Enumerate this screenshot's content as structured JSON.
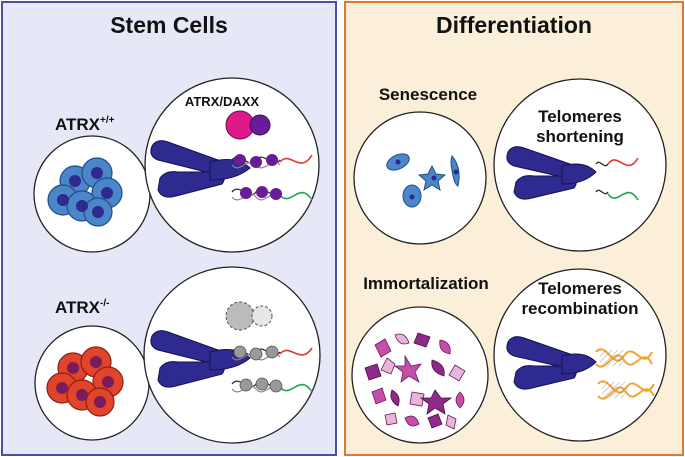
{
  "panels": {
    "stem": {
      "title": "Stem Cells",
      "atrx_wt": {
        "base": "ATRX",
        "sup": "+/+"
      },
      "atrx_ko": {
        "base": "ATRX",
        "sup": "-/-"
      },
      "complex_label": "ATRX/DAXX"
    },
    "diff": {
      "title": "Differentiation",
      "senescence": "Senescence",
      "telomeres_short": [
        "Telomeres",
        "shortening"
      ],
      "immortalization": "Immortalization",
      "telomeres_recomb": [
        "Telomeres",
        "recombination"
      ]
    }
  },
  "colors": {
    "stem_bg": "#e6e8f7",
    "stem_border": "#4a4fa8",
    "diff_bg": "#fbefd9",
    "diff_border": "#e0782d",
    "chromosome": "#2e2a8f",
    "atrx": "#e0198a",
    "daxx": "#6a1b9a",
    "healthy_cell": "#4a86c8",
    "ko_cell": "#e0452b",
    "telomere_red": "#e03a2e",
    "telomere_green": "#1ea64a",
    "recomb_orange": "#f2a531"
  }
}
